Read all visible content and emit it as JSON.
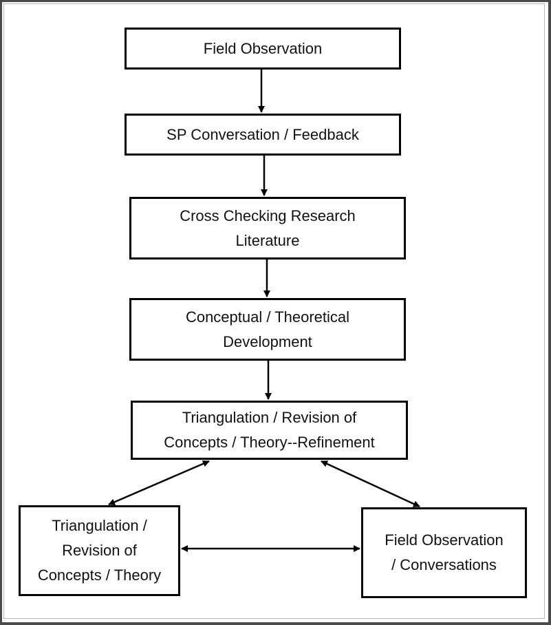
{
  "diagram": {
    "nodes": [
      {
        "id": "n1",
        "label": "Field Observation"
      },
      {
        "id": "n2",
        "label": "SP Conversation / Feedback"
      },
      {
        "id": "n3",
        "label": "Cross Checking Research\nLiterature"
      },
      {
        "id": "n4",
        "label": "Conceptual / Theoretical\nDevelopment"
      },
      {
        "id": "n5",
        "label": "Triangulation / Revision of\nConcepts / Theory--Refinement"
      },
      {
        "id": "n6",
        "label": "Triangulation /\nRevision of\nConcepts / Theory"
      },
      {
        "id": "n7",
        "label": "Field Observation\n/ Conversations"
      }
    ],
    "edges": [
      {
        "from": "n1",
        "to": "n2",
        "direction": "forward"
      },
      {
        "from": "n2",
        "to": "n3",
        "direction": "forward"
      },
      {
        "from": "n3",
        "to": "n4",
        "direction": "forward"
      },
      {
        "from": "n4",
        "to": "n5",
        "direction": "forward"
      },
      {
        "from": "n5",
        "to": "n6",
        "direction": "both"
      },
      {
        "from": "n5",
        "to": "n7",
        "direction": "both"
      },
      {
        "from": "n6",
        "to": "n7",
        "direction": "both"
      }
    ]
  },
  "colors": {
    "stroke": "#000000",
    "text": "#111111",
    "background": "#ffffff",
    "frame": "#4a4a4a"
  }
}
